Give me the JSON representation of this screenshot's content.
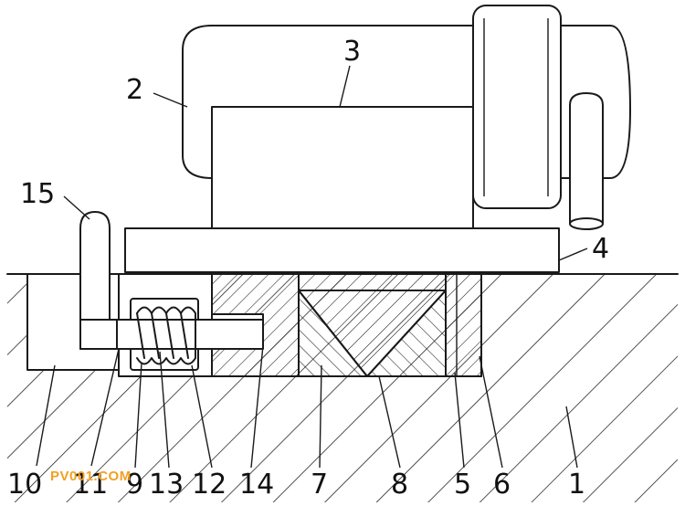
{
  "diagram": {
    "labels": {
      "l1": "1",
      "l2": "2",
      "l3": "3",
      "l4": "4",
      "l5": "5",
      "l6": "6",
      "l7": "7",
      "l8": "8",
      "l9": "9",
      "l10": "10",
      "l11": "11",
      "l12": "12",
      "l13": "13",
      "l14": "14",
      "l15": "15"
    },
    "watermark": "PV001.COM"
  }
}
